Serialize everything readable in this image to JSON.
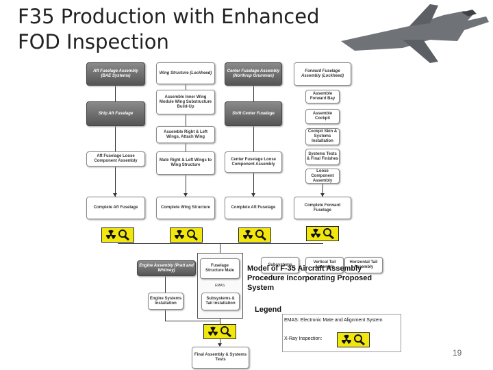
{
  "title": "F35 Production with Enhanced FOD Inspection",
  "page_number": "19",
  "icons": {
    "xray": "radiation-magnifier-icon",
    "jet": "f35-jet-photo"
  },
  "colors": {
    "xray_bg": "#f2e60f",
    "dark_box": "#6b6b6b"
  },
  "col1": {
    "top": "Aft Fuselage Assembly (BAE Systems)",
    "mid": "Ship Aft Fuselage",
    "loose": "Aft Fuselage Loose Component Assembly",
    "complete": "Complete Aft Fuselage"
  },
  "col2": {
    "top": "Wing Structure (Lockheed)",
    "inner": "Assemble Inner Wing Module Wing Substructure Build-Up",
    "attach": "Assemble Right & Left Wings, Attach Wing",
    "mate": "Mate Right & Left Wings to Wing Structure",
    "complete": "Complete Wing Structure"
  },
  "col3": {
    "top": "Center Fuselage Assembly (Northrop Grumman)",
    "shift": "Shift Center Fuselage",
    "loose": "Center Fuselage Loose Component Assembly",
    "complete": "Complete Aft Fuselage"
  },
  "col4": {
    "top": "Forward Fuselage Assembly (Lockheed)",
    "bay": "Assemble Forward Bay",
    "cockpit": "Assemble Cockpit",
    "skin": "Cockpit Skin & Systems Installation",
    "tests": "Systems Tests & Final Finishes",
    "loose": "Loose Component Assembly",
    "complete": "Complete Forward Fuselage"
  },
  "lower": {
    "engine": "Engine Assembly (Pratt and Whitney)",
    "engine_install": "Engine Systems Installation",
    "fuselage_mate": "Fuselage Structure Mate",
    "emas": "EMAS",
    "subsystems_tail": "Subsystems & Tail Installation",
    "subsystems": "Subsystems",
    "vertical_tail": "Vertical Tail Assembly",
    "horizontal_tail": "Horizontal Tail Assembly",
    "final": "Final Assembly & Systems Tests"
  },
  "model_caption": [
    "Model of F-35 Aircraft Assembly",
    "Procedure Incorporating Proposed",
    "System"
  ],
  "legend": {
    "title": "Legend",
    "emas_desc": "EMAS: Electronic Mate and Alignment System",
    "xray_label": "X-Ray Inspection:"
  }
}
